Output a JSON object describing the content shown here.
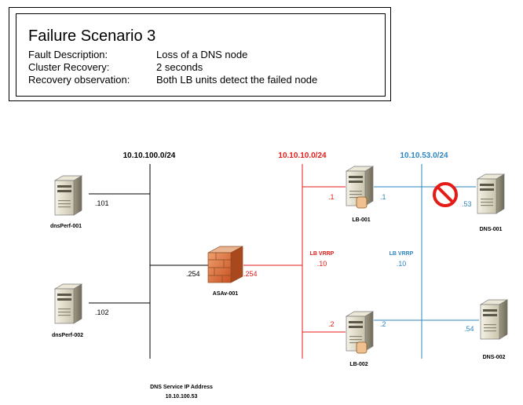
{
  "info": {
    "title": "Failure Scenario 3",
    "rows": [
      {
        "label": "Fault Description:",
        "value": "Loss of a DNS node"
      },
      {
        "label": "Cluster Recovery:",
        "value": "2 seconds"
      },
      {
        "label": "Recovery observation:",
        "value": "Both LB units detect the failed node"
      }
    ]
  },
  "networks": {
    "left": "10.10.100.0/24",
    "middle": "10.10.10.0/24",
    "right": "10.10.53.0/24"
  },
  "nodes": {
    "dnsperf1": {
      "name": "dnsPerf-001",
      "ip": ".101"
    },
    "dnsperf2": {
      "name": "dnsPerf-002",
      "ip": ".102"
    },
    "asa": {
      "name": "ASAv-001",
      "ip_left": ".254",
      "ip_right": ".254"
    },
    "lb1": {
      "name": "LB-001",
      "ip_left": ".1",
      "ip_right": ".1"
    },
    "lb2": {
      "name": "LB-002",
      "ip_left": ".2",
      "ip_right": ".2"
    },
    "dns1": {
      "name": "DNS-001",
      "ip": ".53"
    },
    "dns2": {
      "name": "DNS-002",
      "ip": ".54"
    }
  },
  "vrrp": {
    "red_label": "LB VRRP",
    "red_ip": ".10",
    "blue_label": "LB VRRP",
    "blue_ip": ".10"
  },
  "service": {
    "label": "DNS Service IP Address",
    "ip": "10.10.100.53"
  },
  "colors": {
    "red": "#e41b17",
    "blue": "#2e86c1",
    "black": "#000000"
  }
}
